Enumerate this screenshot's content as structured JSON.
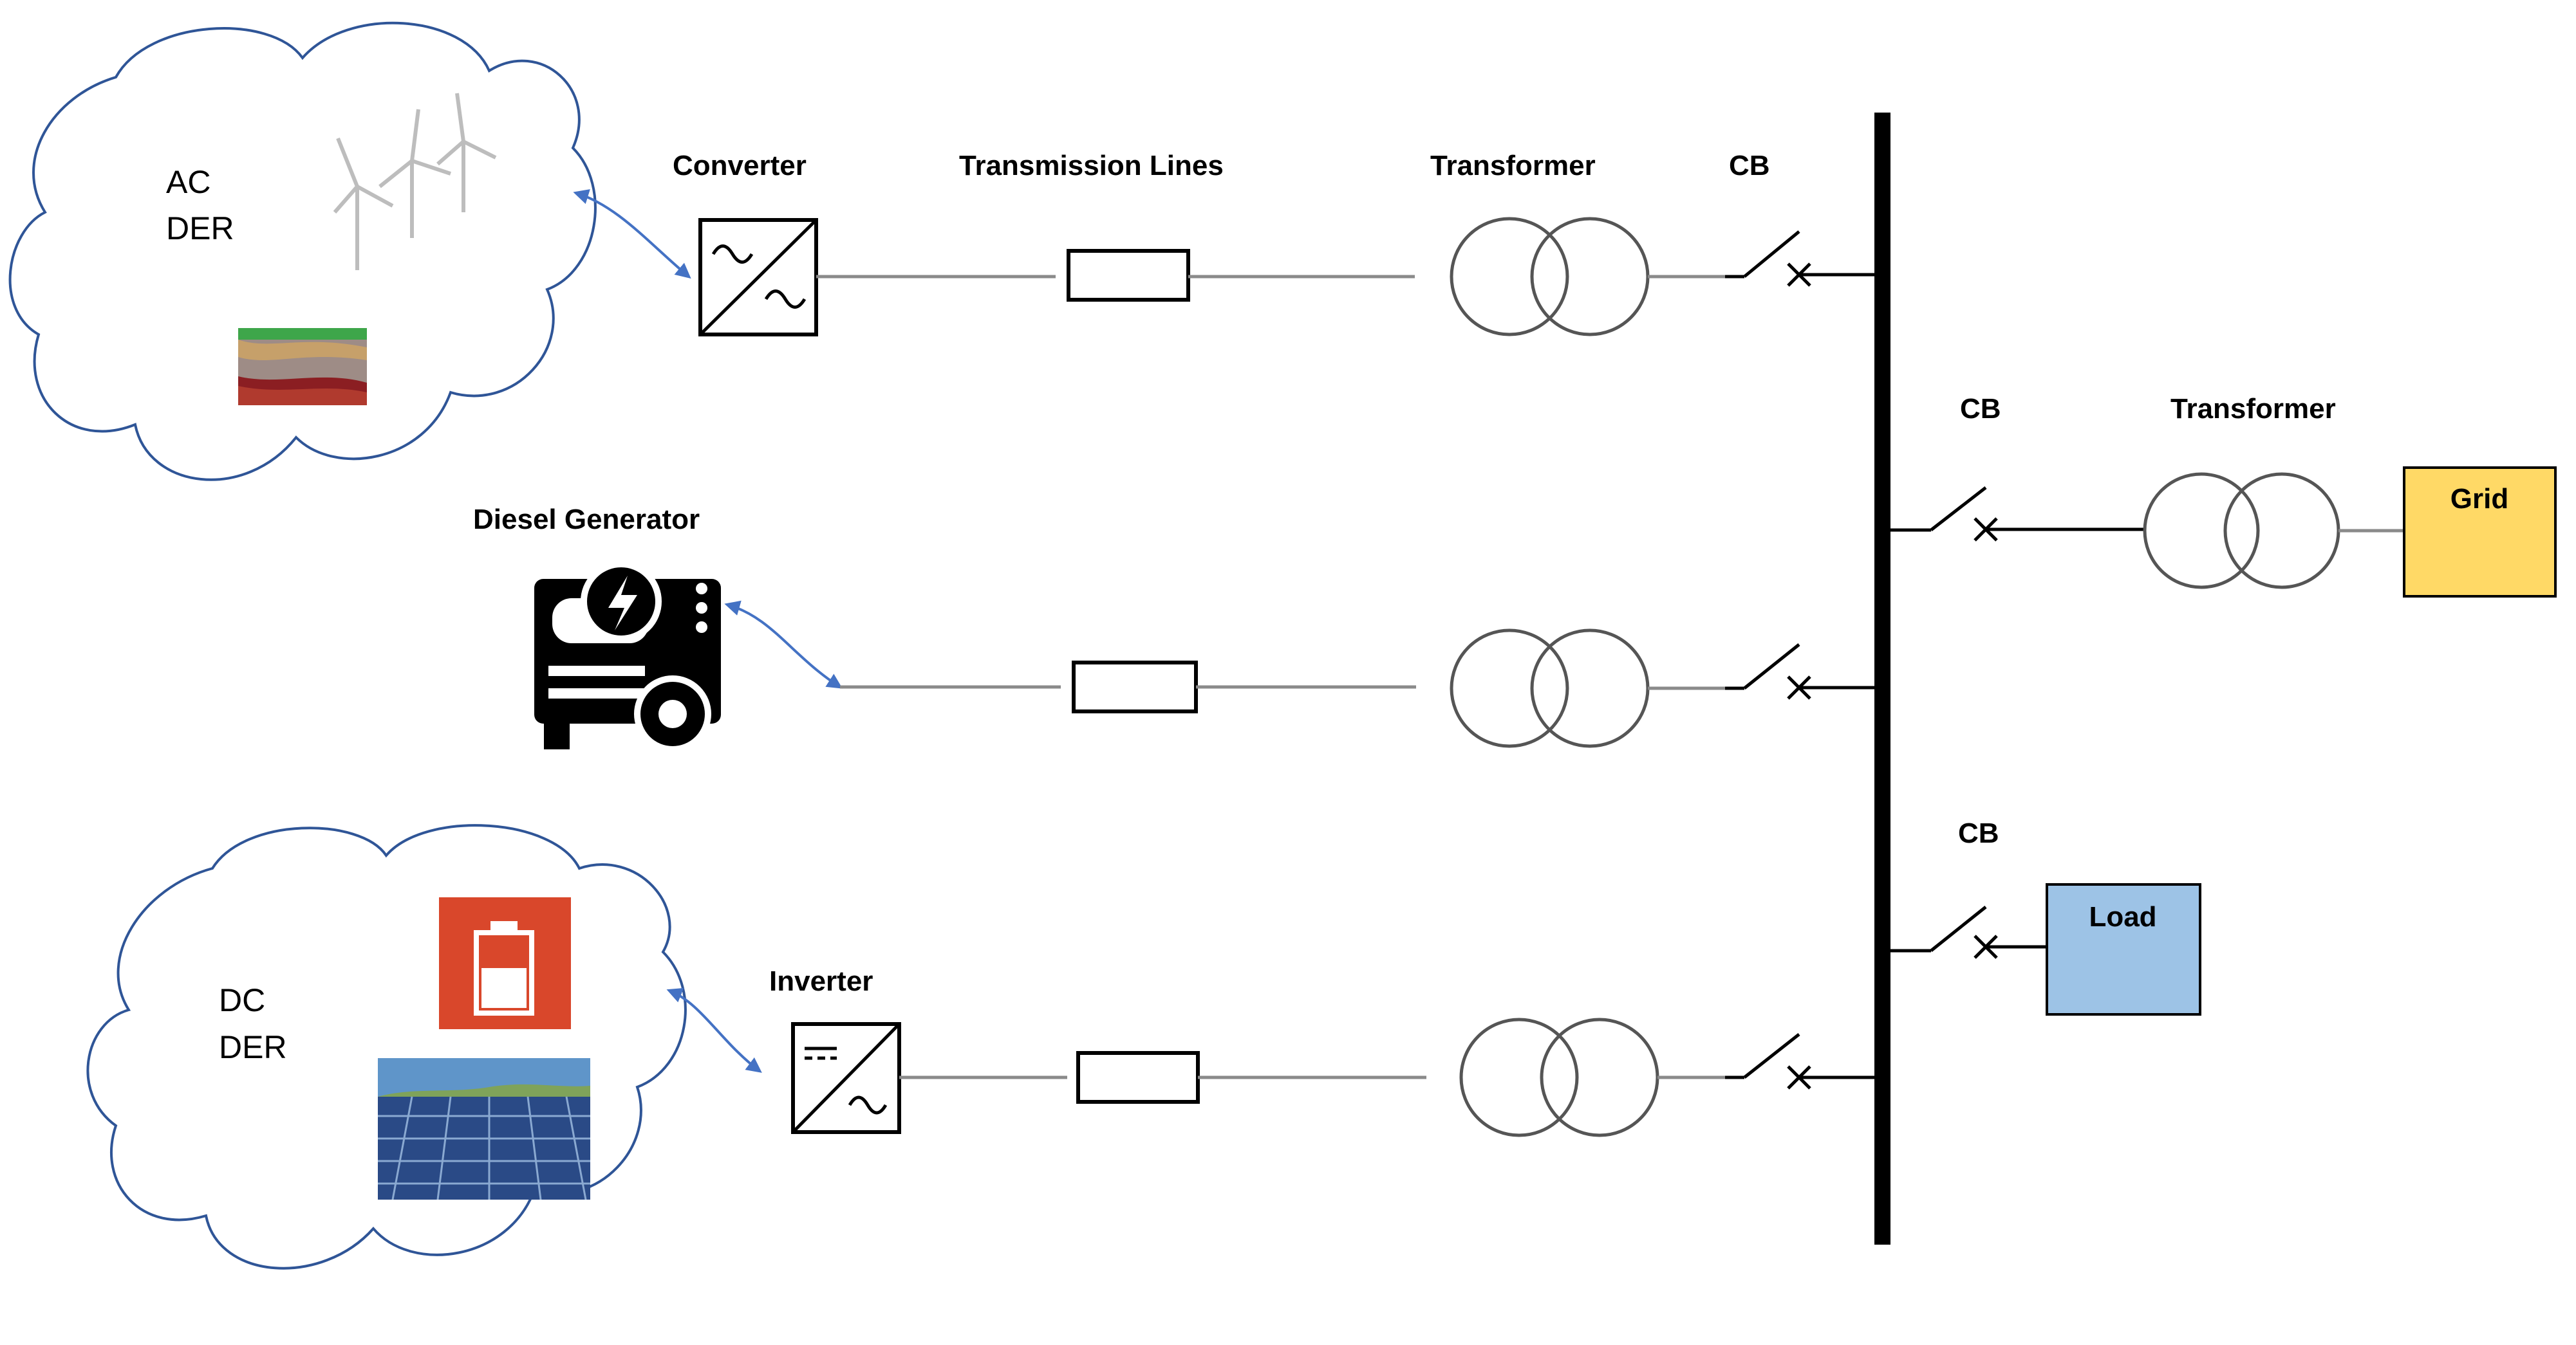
{
  "labels": {
    "converter": "Converter",
    "transmission_lines": "Transmission Lines",
    "transformer_top": "Transformer",
    "cb_top": "CB",
    "cb_grid": "CB",
    "transformer_grid": "Transformer",
    "grid": "Grid",
    "diesel_generator": "Diesel Generator",
    "cb_load": "CB",
    "load": "Load",
    "inverter": "Inverter",
    "ac_der_line1": "AC",
    "ac_der_line2": "DER",
    "dc_der_line1": "DC",
    "dc_der_line2": "DER"
  },
  "colors": {
    "grid_box": "#ffd966",
    "load_box": "#9dc3e6",
    "battery": "#d9472b",
    "cloud_outline": "#2f5597",
    "arrow": "#4472c4"
  },
  "icons": {
    "ac_der": [
      "wind-turbine-icon",
      "geothermal-icon"
    ],
    "dc_der": [
      "battery-icon",
      "solar-panel-icon"
    ],
    "diesel": "diesel-generator-icon"
  }
}
